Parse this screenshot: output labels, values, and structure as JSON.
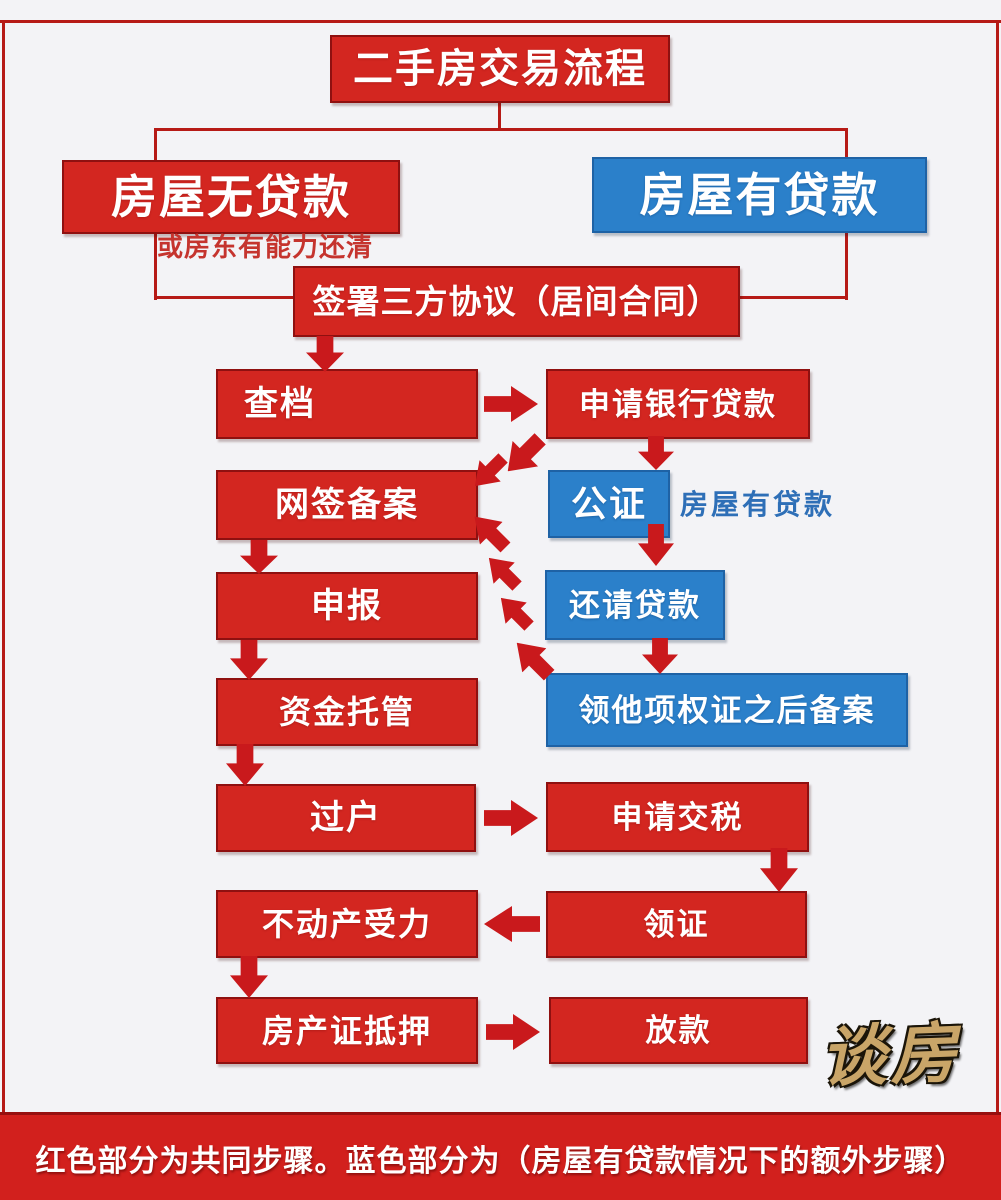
{
  "title": "二手房交易流程",
  "branch_no_loan": {
    "label": "房屋无贷款",
    "note": "或房东有能力还清"
  },
  "branch_has_loan": {
    "label": "房屋有贷款"
  },
  "agreement": "签署三方协议（居间合同）",
  "left_steps": [
    "查档",
    "网签备案",
    "申报",
    "资金托管",
    "过户",
    "不动产受力",
    "房产证抵押"
  ],
  "right_steps": [
    "申请银行贷款",
    "公证",
    "还请贷款",
    "领他项权证之后备案",
    "申请交税",
    "领证",
    "放款"
  ],
  "notary_note": "房屋有贷款",
  "watermark": "谈房",
  "footer": "红色部分为共同步骤。蓝色部分为（房屋有贷款情况下的额外步骤）",
  "colors": {
    "step_red": "#d32620",
    "step_blue": "#2b80ca",
    "arrow_red": "#c9191c",
    "note_red": "#c5342e",
    "note_blue": "#2e6fb7",
    "watermark_gold": "#c9a568"
  }
}
